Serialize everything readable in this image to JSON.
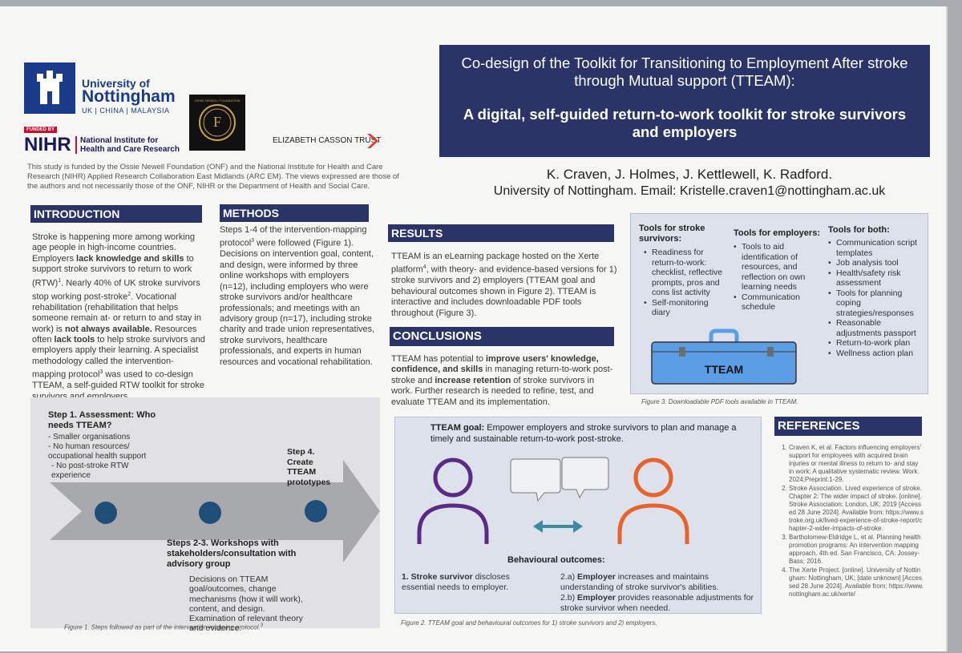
{
  "logos": {
    "uon_line1": "University of",
    "uon_line2": "Nottingham",
    "uon_line3": "UK | CHINA | MALAYSIA",
    "nihr_funded": "FUNDED BY",
    "nihr": "NIHR",
    "nihr_name_line1": "National Institute for",
    "nihr_name_line2": "Health and Care Research",
    "onf_ring": "OSSIE NEWELL FOUNDATION",
    "onf_mark": "F",
    "casson": "ELIZABETH CASSON TRUST"
  },
  "funding_statement": "This study is funded by the Ossie Newell Foundation (ONF) and the National Institute for Health and Care Research (NIHR) Applied Research Collaboration East Midlands (ARC EM). The views expressed are those of the authors and not necessarily those of the ONF, NIHR or the Department of Health and Social Care.",
  "title": {
    "line1": "Co-design of the Toolkit for Transitioning to Employment After stroke through Mutual support (TTEAM):",
    "line2": "A digital, self-guided return-to-work toolkit for stroke survivors and employers"
  },
  "authors": "K. Craven, J. Holmes, J. Kettlewell, K. Radford.",
  "affiliation": "University of Nottingham. Email: Kristelle.craven1@nottingham.ac.uk",
  "introduction": {
    "heading": "INTRODUCTION",
    "p1": "Stroke is happening more among working age people in high-income countries. Employers ",
    "b1": "lack knowledge and skills",
    "p2": " to support stroke survivors to return to work (RTW)",
    "sup1": "1",
    "p3": ". Nearly 40% of UK stroke survivors stop working post-stroke",
    "sup2": "2",
    "p4": ". Vocational rehabilitation (rehabilitation that helps someone remain at- or return to and stay in work) is ",
    "b2": "not always available.",
    "p5": " Resources often ",
    "b3": "lack tools",
    "p6": " to help stroke survivors and employers apply their learning. A specialist methodology called the intervention-mapping protocol",
    "sup3": "3",
    "p7": " was used to co-design TTEAM, a self-guided RTW toolkit for stroke survivors and employers."
  },
  "methods": {
    "heading": "METHODS",
    "p1": "Steps 1-4 of the intervention-mapping protocol",
    "sup": "3",
    "p2": " were followed (Figure 1). Decisions on intervention goal, content, and design, were informed by three online workshops with employers (n=12), including employers who were stroke survivors and/or healthcare professionals; and meetings with an advisory group (n=17), including stroke charity and trade union representatives, stroke survivors, healthcare professionals, and experts in human resources and vocational rehabilitation."
  },
  "results": {
    "heading": "RESULTS",
    "p1": "TTEAM is an eLearning package hosted on the Xerte platform",
    "sup": "4",
    "p2": ", with theory- and evidence-based versions for 1) stroke survivors and 2) employers (TTEAM goal and behavioural outcomes shown in Figure 2). TTEAM is interactive and includes downloadable PDF tools throughout (Figure 3)."
  },
  "conclusions": {
    "heading": "CONCLUSIONS",
    "p1": "TTEAM has potential to ",
    "b1": "improve users' knowledge, confidence, and skills",
    "p2": " in managing return-to-work post-stroke and ",
    "b2": "increase retention",
    "p3": " of stroke survivors in work. Further research is needed to refine, test, and evaluate TTEAM and its implementation."
  },
  "figure1": {
    "step1_title": "Step 1. Assessment: Who needs TTEAM?",
    "step1_items": [
      "- Smaller organisations",
      "- No human resources/ occupational health support",
      "- No post-stroke RTW experience"
    ],
    "step4_title": "Step 4. Create TTEAM prototypes",
    "step23_title": "Steps 2-3. Workshops with stakeholders/consultation with advisory group",
    "step23_text": "Decisions on TTEAM goal/outcomes, change mechanisms (how it will work), content, and design. Examination of relevant theory and evidence.",
    "caption": "Figure 1. Steps followed as part of the intervention-mapping protocol.",
    "caption_sup": "3"
  },
  "figure2": {
    "goal_label": "TTEAM goal:",
    "goal_text": " Empower employers and stroke survivors to plan and manage a timely and sustainable return-to-work post-stroke.",
    "behavioural_heading": "Behavioural outcomes:",
    "o1_bold": "1. Stroke survivor",
    "o1_text": " discloses essential needs to employer.",
    "o2a_prefix": "2.a) ",
    "o2a_bold": "Employer",
    "o2a_text": " increases and maintains understanding of stroke survivor's abilities.",
    "o2b_prefix": "2.b) ",
    "o2b_bold": "Employer",
    "o2b_text": " provides reasonable adjustments for stroke survivor when needed.",
    "caption": "Figure 2. TTEAM goal and behavioural outcomes for 1) stroke survivors and 2) employers."
  },
  "figure3": {
    "col1_heading": "Tools for stroke survivors:",
    "col1_items": [
      "Readiness for return-to-work: checklist, reflective prompts, pros and cons list activity",
      "Self-monitoring diary"
    ],
    "col2_heading": "Tools for employers:",
    "col2_items": [
      "Tools to aid identification of resources, and reflection on own learning needs",
      "Communication schedule"
    ],
    "col3_heading": "Tools for both:",
    "col3_items": [
      "Communication script templates",
      "Job analysis tool",
      "Health/safety risk assessment",
      "Tools for planning coping strategies/responses",
      "Reasonable adjustments passport",
      "Return-to-work plan",
      "Wellness action plan"
    ],
    "toolbox_label": "TTEAM",
    "caption": "Figure 3. Downloadable PDF tools available in TTEAM."
  },
  "references": {
    "heading": "REFERENCES",
    "items": [
      "Craven K, et al. Factors influencing employers' support for employees with acquired brain injuries or mental illness to return to- and stay in work: A qualitative systematic review. Work. 2024;Preprint:1-29.",
      "Stroke Association. Lived experience of stroke. Chapter 2: The wider impact of stroke. [online]. Stroke Association: London, UK; 2019 [Accessed 28 June 2024]. Available from: https://www.stroke.org.uk/lived-experience-of-stroke-report/chapter-2-wider-impacts-of-stroke.",
      "Bartholomew-Eldridge L, et al. Planning health promotion programs: An intervention mapping approach. 4th ed. San Francisco, CA: Jossey-Bass; 2016.",
      "The Xerte Project. [online]. University of Nottingham: Nottingham, UK; [date unknown] [Accessed 28 June 2024]. Available from: https://www.nottingham.ac.uk/xerte/"
    ]
  },
  "colors": {
    "navy": "#2b3466",
    "uon_blue": "#1a3a8a",
    "nihr_red": "#c8102e",
    "purple": "#5b2a86",
    "orange": "#e8622a",
    "teal": "#3d8b9c",
    "toolbox": "#5c9ee6"
  }
}
